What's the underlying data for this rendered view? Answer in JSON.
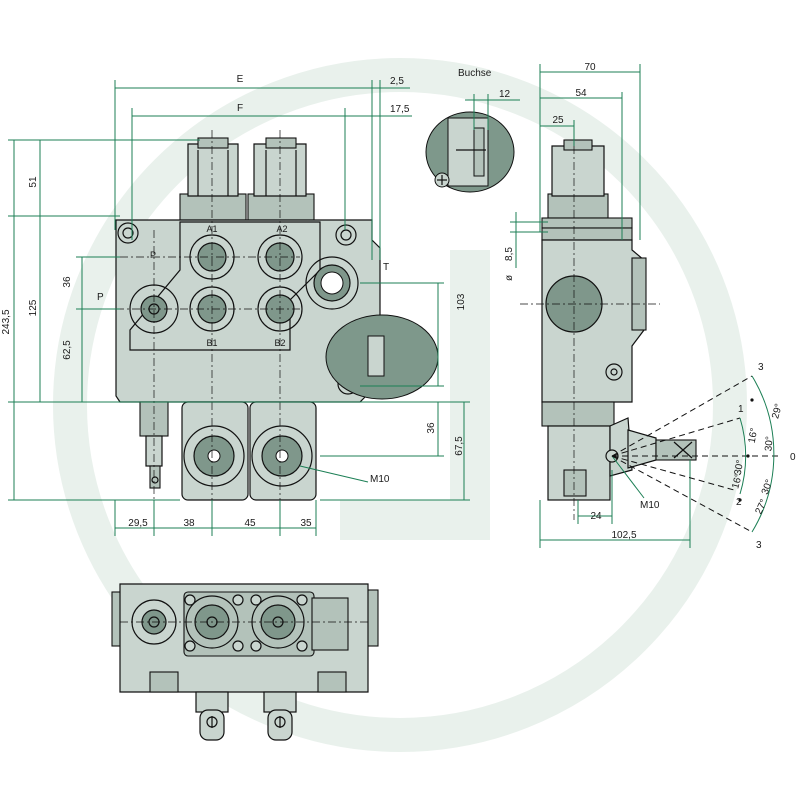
{
  "labels": {
    "E": "E",
    "F": "F",
    "buchse": "Buchse",
    "A1": "A1",
    "A2": "A2",
    "B1": "B1",
    "B2": "B2",
    "P_upper": "P",
    "P_left": "P",
    "T": "T",
    "M10_front": "M10",
    "M10_side": "M10"
  },
  "dimensions": {
    "d2_5": "2,5",
    "d17_5": "17,5",
    "d12": "12",
    "d70": "70",
    "d54": "54",
    "d25": "25",
    "d8_5": "8,5",
    "dia": "ø",
    "d51": "51",
    "d243_5": "243,5",
    "d125": "125",
    "d36_left": "36",
    "d62_5": "62,5",
    "d103": "103",
    "d36_right": "36",
    "d67_5": "67,5",
    "d29_5": "29,5",
    "d38": "38",
    "d45": "45",
    "d35": "35",
    "d24": "24",
    "d102_5": "102,5"
  },
  "angles": {
    "pos3_top": "3",
    "pos1": "1",
    "pos0": "0",
    "pos2": "2",
    "pos3_bottom": "3",
    "a29_top": "29°",
    "a16_top": "16°",
    "a30_top": "30°",
    "a30_mid": "30°",
    "a16_bottom": "16°",
    "a30_bottom": "30°",
    "a27_bottom": "27°"
  }
}
